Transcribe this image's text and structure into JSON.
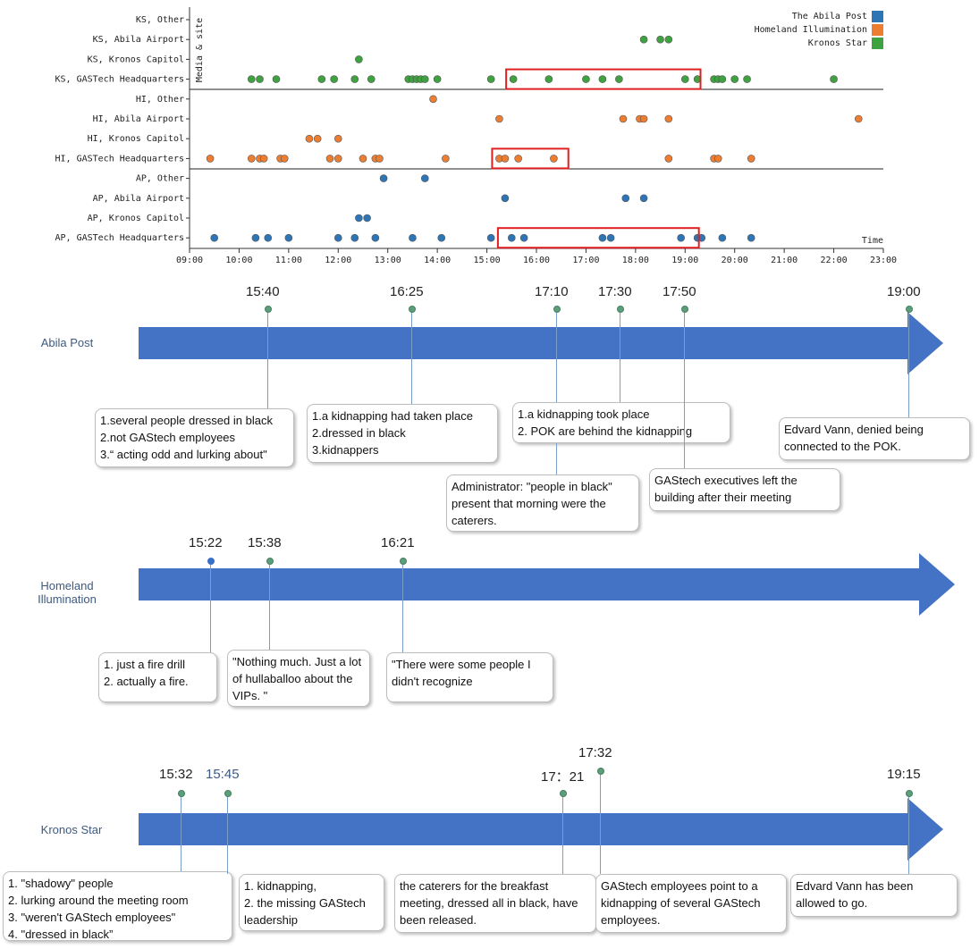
{
  "chart_data": {
    "type": "scatter",
    "xlabel": "Time",
    "ylabel": "Media & site",
    "x_ticks": [
      "09:00",
      "10:00",
      "11:00",
      "12:00",
      "13:00",
      "14:00",
      "15:00",
      "16:00",
      "17:00",
      "18:00",
      "19:00",
      "20:00",
      "21:00",
      "22:00",
      "23:00"
    ],
    "xlim": [
      "09:00",
      "23:00"
    ],
    "categories": [
      "KS, Other",
      "KS, Abila Airport",
      "KS, Kronos Capitol",
      "KS, GASTech Headquarters",
      "HI, Other",
      "HI, Abila Airport",
      "HI, Kronos Capitol",
      "HI, GASTech Headquarters",
      "AP, Other",
      "AP, Abila Airport",
      "AP, Kronos Capitol",
      "AP, GASTech Headquarters"
    ],
    "legend": {
      "placement": "top-right"
    },
    "series": [
      {
        "name": "The Abila Post",
        "color": "#2e75b6",
        "points": [
          {
            "y": "AP, Other",
            "x": [
              "12:55",
              "13:45"
            ]
          },
          {
            "y": "AP, Abila Airport",
            "x": [
              "15:22",
              "17:48",
              "18:10"
            ]
          },
          {
            "y": "AP, Kronos Capitol",
            "x": [
              "12:25",
              "12:35"
            ]
          },
          {
            "y": "AP, GASTech Headquarters",
            "x": [
              "09:30",
              "10:20",
              "10:35",
              "11:00",
              "12:00",
              "12:20",
              "12:45",
              "13:30",
              "14:05",
              "15:05",
              "15:30",
              "15:45",
              "17:20",
              "17:30",
              "18:55",
              "19:15",
              "19:20",
              "19:45",
              "20:20"
            ]
          }
        ]
      },
      {
        "name": "Homeland Illumination",
        "color": "#ed7d31",
        "points": [
          {
            "y": "HI, Other",
            "x": [
              "13:55"
            ]
          },
          {
            "y": "HI, Abila Airport",
            "x": [
              "15:15",
              "17:45",
              "18:05",
              "18:10",
              "18:40",
              "22:30"
            ]
          },
          {
            "y": "HI, Kronos Capitol",
            "x": [
              "11:25",
              "11:35",
              "12:00"
            ]
          },
          {
            "y": "HI, GASTech Headquarters",
            "x": [
              "09:25",
              "10:15",
              "10:25",
              "10:30",
              "10:50",
              "10:55",
              "11:50",
              "12:00",
              "12:30",
              "12:45",
              "12:50",
              "14:10",
              "15:15",
              "15:22",
              "15:38",
              "16:21",
              "18:40",
              "19:35",
              "19:40",
              "20:20"
            ]
          }
        ]
      },
      {
        "name": "Kronos Star",
        "color": "#3fa240",
        "points": [
          {
            "y": "KS, Other",
            "x": []
          },
          {
            "y": "KS, Abila Airport",
            "x": [
              "18:10",
              "18:30",
              "18:40"
            ]
          },
          {
            "y": "KS, Kronos Capitol",
            "x": [
              "12:25"
            ]
          },
          {
            "y": "KS, GASTech Headquarters",
            "x": [
              "10:15",
              "10:25",
              "10:45",
              "11:40",
              "11:55",
              "12:20",
              "12:40",
              "13:25",
              "13:30",
              "13:35",
              "13:40",
              "13:45",
              "14:00",
              "15:05",
              "15:32",
              "16:15",
              "17:00",
              "17:20",
              "17:40",
              "19:00",
              "19:15",
              "19:35",
              "19:40",
              "19:45",
              "20:00",
              "20:15",
              "22:00"
            ]
          }
        ]
      }
    ],
    "highlights": [
      {
        "row": "KS, GASTech Headquarters",
        "from": "15:32",
        "to": "19:10"
      },
      {
        "row": "HI, GASTech Headquarters",
        "from": "15:15",
        "to": "16:30"
      },
      {
        "row": "AP, GASTech Headquarters",
        "from": "15:22",
        "to": "19:08"
      }
    ]
  },
  "timelines": [
    {
      "name": "Abila Post",
      "events": [
        {
          "time": "15:40",
          "texts": [
            "1.several people dressed in black\n2.not GAStech employees\n3.“ acting odd and lurking about\""
          ]
        },
        {
          "time": "16:25",
          "texts": [
            "1.a kidnapping had taken place\n2.dressed in black\n3.kidnappers"
          ]
        },
        {
          "time": "17:10",
          "texts": [
            "1.a kidnapping took place\n2. POK are behind the kidnapping",
            "Administrator: \"people in black\" present that morning were the caterers."
          ]
        },
        {
          "time": "17:30",
          "texts": []
        },
        {
          "time": "17:50",
          "texts": [
            "GAStech executives left the building after their meeting"
          ]
        },
        {
          "time": "19:00",
          "texts": [
            "Edvard Vann, denied being connected to the POK."
          ]
        }
      ]
    },
    {
      "name": "Homeland\nIllumination",
      "events": [
        {
          "time": "15:22",
          "texts": [
            "1. just a fire drill\n2. actually a fire."
          ]
        },
        {
          "time": "15:38",
          "texts": [
            "\"Nothing much.  Just a lot of hullaballoo about the VIPs.  \""
          ]
        },
        {
          "time": "16:21",
          "texts": [
            "\"There were some people I didn't recognize"
          ]
        }
      ]
    },
    {
      "name": "Kronos Star",
      "events": [
        {
          "time": "15:32",
          "texts": [
            "1. \"shadowy\" people\n2. lurking around the meeting room\n3. \"weren't GAStech employees\"\n4. \"dressed in black”"
          ]
        },
        {
          "time": "15:45",
          "texts": [
            "1. kidnapping,\n2. the missing GAStech leadership"
          ]
        },
        {
          "time": "17：21",
          "texts": [
            "the caterers for the breakfast meeting,  dressed all in black, have been released."
          ]
        },
        {
          "time": "17:32",
          "texts": [
            " GAStech employees  point to a kidnapping of several GAStech employees."
          ]
        },
        {
          "time": "19:15",
          "texts": [
            "Edvard Vann has been allowed to go."
          ]
        }
      ]
    }
  ]
}
